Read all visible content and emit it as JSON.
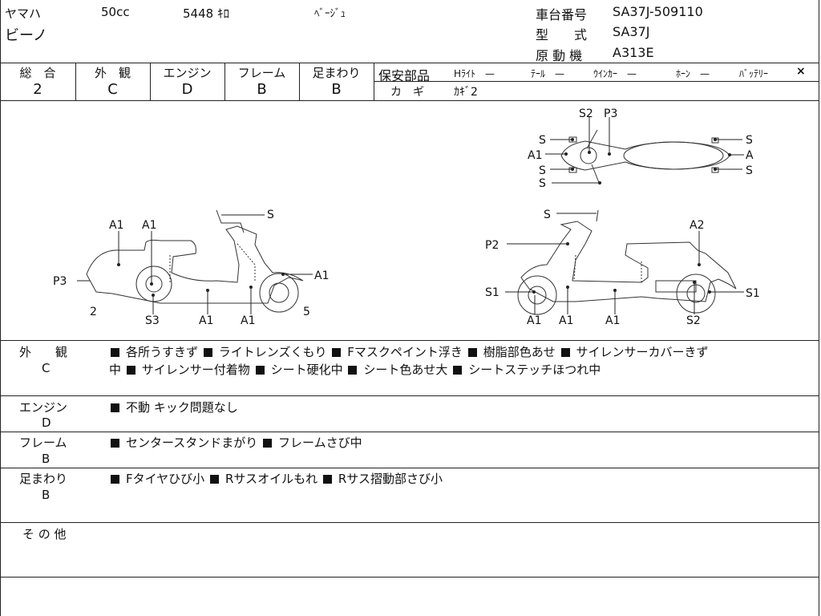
{
  "header": {
    "maker": "ヤマハ",
    "displacement": "50cc",
    "mileage": "5448 ｷﾛ",
    "color": "ﾍﾞｰｼﾞｭ",
    "model_name": "ビーノ",
    "chassis_label": "車台番号",
    "chassis_value": "SA37J-509110",
    "type_label": "型　　式",
    "type_value": "SA37J",
    "engine_label": "原 動 機",
    "engine_value": "A313E"
  },
  "grades": [
    {
      "label": "総　合",
      "value": "2"
    },
    {
      "label": "外　観",
      "value": "C"
    },
    {
      "label": "エンジン",
      "value": "D"
    },
    {
      "label": "フレーム",
      "value": "B"
    },
    {
      "label": "足まわり",
      "value": "B"
    }
  ],
  "safety_parts": {
    "label": "保安部品",
    "items": [
      "Hﾗｲﾄ　—",
      "ﾃｰﾙ　—",
      "ｳｲﾝｶｰ　—",
      "ﾎｰﾝ　—",
      "ﾊﾞｯﾃﾘｰ"
    ],
    "battery_mark": "×",
    "key_label": "カ　ギ",
    "key_value": "ｶｷﾞ2"
  },
  "diagram_labels": {
    "top": [
      "S2",
      "P3",
      "S",
      "A1",
      "S",
      "S",
      "S",
      "A",
      "S"
    ],
    "left": [
      "S",
      "A1",
      "A1",
      "P3",
      "A1",
      "2",
      "S3",
      "A1",
      "A1",
      "5"
    ],
    "right": [
      "S",
      "A2",
      "P2",
      "S1",
      "A1",
      "A1",
      "A1",
      "S2",
      "S1"
    ]
  },
  "remarks": [
    {
      "title": "外　　観",
      "grade": "C",
      "line1": "各所うすきず",
      "items": [
        "ライトレンズくもり",
        "Fマスクペイント浮き",
        "樹脂部色あせ",
        "サイレンサーカバーきず"
      ],
      "line2_lead": "中",
      "items2": [
        "サイレンサー付着物",
        "シート硬化中",
        "シート色あせ大",
        "シートステッチほつれ中"
      ]
    },
    {
      "title": "エンジン",
      "grade": "D",
      "items": [
        "不動 キック問題なし"
      ]
    },
    {
      "title": "フレーム",
      "grade": "B",
      "items": [
        "センタースタンドまがり",
        "フレームさび中"
      ]
    },
    {
      "title": "足まわり",
      "grade": "B",
      "items": [
        "Fタイヤひび小",
        "Rサスオイルもれ",
        "Rサス摺動部さび小"
      ]
    },
    {
      "title": "そ の 他",
      "grade": "",
      "items": []
    }
  ]
}
